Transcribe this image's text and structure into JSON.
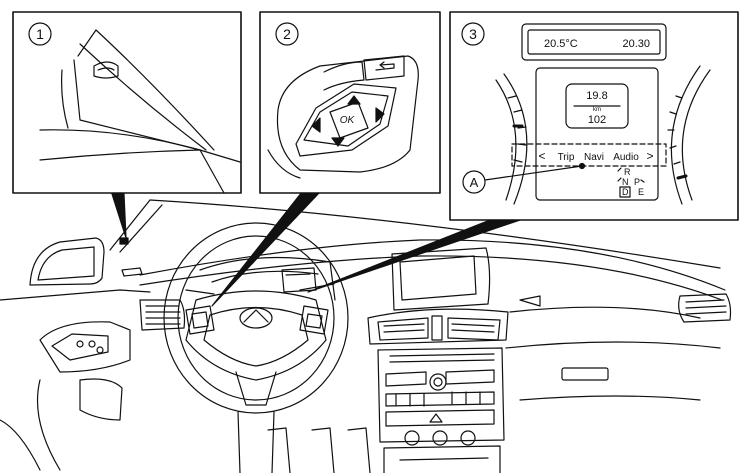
{
  "panels": [
    {
      "number": "1"
    },
    {
      "number": "2",
      "ok_label": "OK"
    },
    {
      "number": "3",
      "temperature": "20.5°C",
      "clock": "20.30",
      "trip_value_top": "19.8",
      "trip_unit": "km",
      "trip_value_bottom": "102",
      "menu": {
        "left_arrow": "<",
        "items": [
          "Trip",
          "Navi",
          "Audio"
        ],
        "right_arrow": ">"
      },
      "gear": {
        "r": "R",
        "n": "N",
        "p": "P",
        "d": "D",
        "e": "E"
      },
      "callout": "A"
    }
  ],
  "colors": {
    "line": "#111111",
    "background": "#ffffff"
  }
}
